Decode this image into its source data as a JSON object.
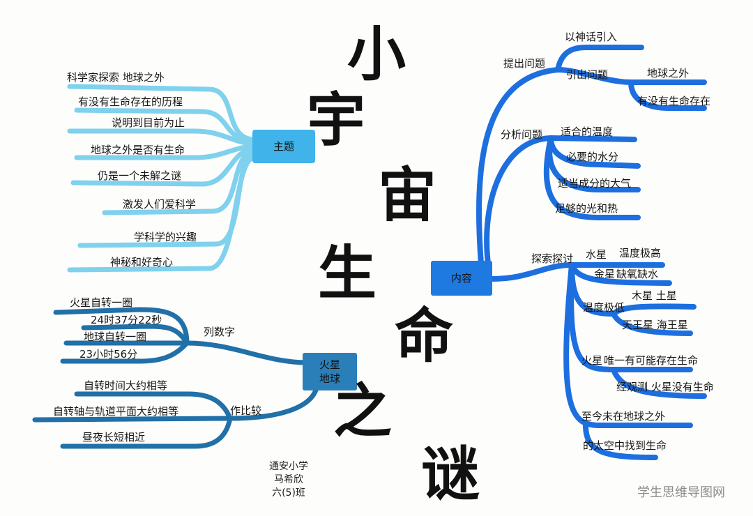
{
  "title": {
    "chars": [
      "小",
      "宇",
      "宙",
      "生",
      "命",
      "之",
      "谜"
    ]
  },
  "colors": {
    "light_blue": "#7fd1ee",
    "mid_blue": "#2f8fd6",
    "dark_blue": "#2170a8",
    "deep_blue": "#1d6fe0",
    "box_light": "#3fb3ea",
    "box_dark": "#2b7fb8",
    "box_deep": "#1e7ae0"
  },
  "topic": {
    "label": "主题",
    "items": [
      "科学家探索 地球之外",
      "有没有生命存在的历程",
      "说明到目前为止",
      "地球之外是否有生命",
      "仍是一个未解之谜",
      "激发人们爱科学",
      "学科学的兴趣",
      "神秘和好奇心"
    ]
  },
  "mars_earth": {
    "label_line1": "火星",
    "label_line2": "地球",
    "list_numbers": {
      "label": "列数字",
      "items": [
        "火星自转一圈",
        "24时37分22秒",
        "地球自转一圈",
        "23小时56分"
      ]
    },
    "compare": {
      "label": "作比较",
      "items": [
        "自转时间大约相等",
        "自转轴与轨道平面大约相等",
        "昼夜长短相近"
      ]
    }
  },
  "content": {
    "label": "内容",
    "raise": {
      "label": "提出问题",
      "intro": "以神话引入",
      "lead": {
        "label": "引出问题",
        "items": [
          "地球之外",
          "有没有生命存在"
        ]
      }
    },
    "analyze": {
      "label": "分析问题",
      "items": [
        "适合的温度",
        "必要的水分",
        "适当成分的大气",
        "足够的光和热"
      ]
    },
    "explore": {
      "label": "探索探讨",
      "mercury": "水星",
      "mercury_detail": "温度极高",
      "venus": "金星",
      "venus_detail": "缺氧缺水",
      "too_low": "温度极低",
      "jupiter_saturn": "木星  土星",
      "uranus_neptune": "天王星  海王星",
      "mars": "火星",
      "mars_only": "唯一有可能存在生命",
      "mars_observed": "经观测 火星没有生命",
      "so_far": "至今未在地球之外",
      "found": "的太空中找到生命"
    }
  },
  "author": {
    "school": "通安小学",
    "name": "马希欣",
    "class": "六(5)班"
  },
  "watermark": "学生思维导图网"
}
